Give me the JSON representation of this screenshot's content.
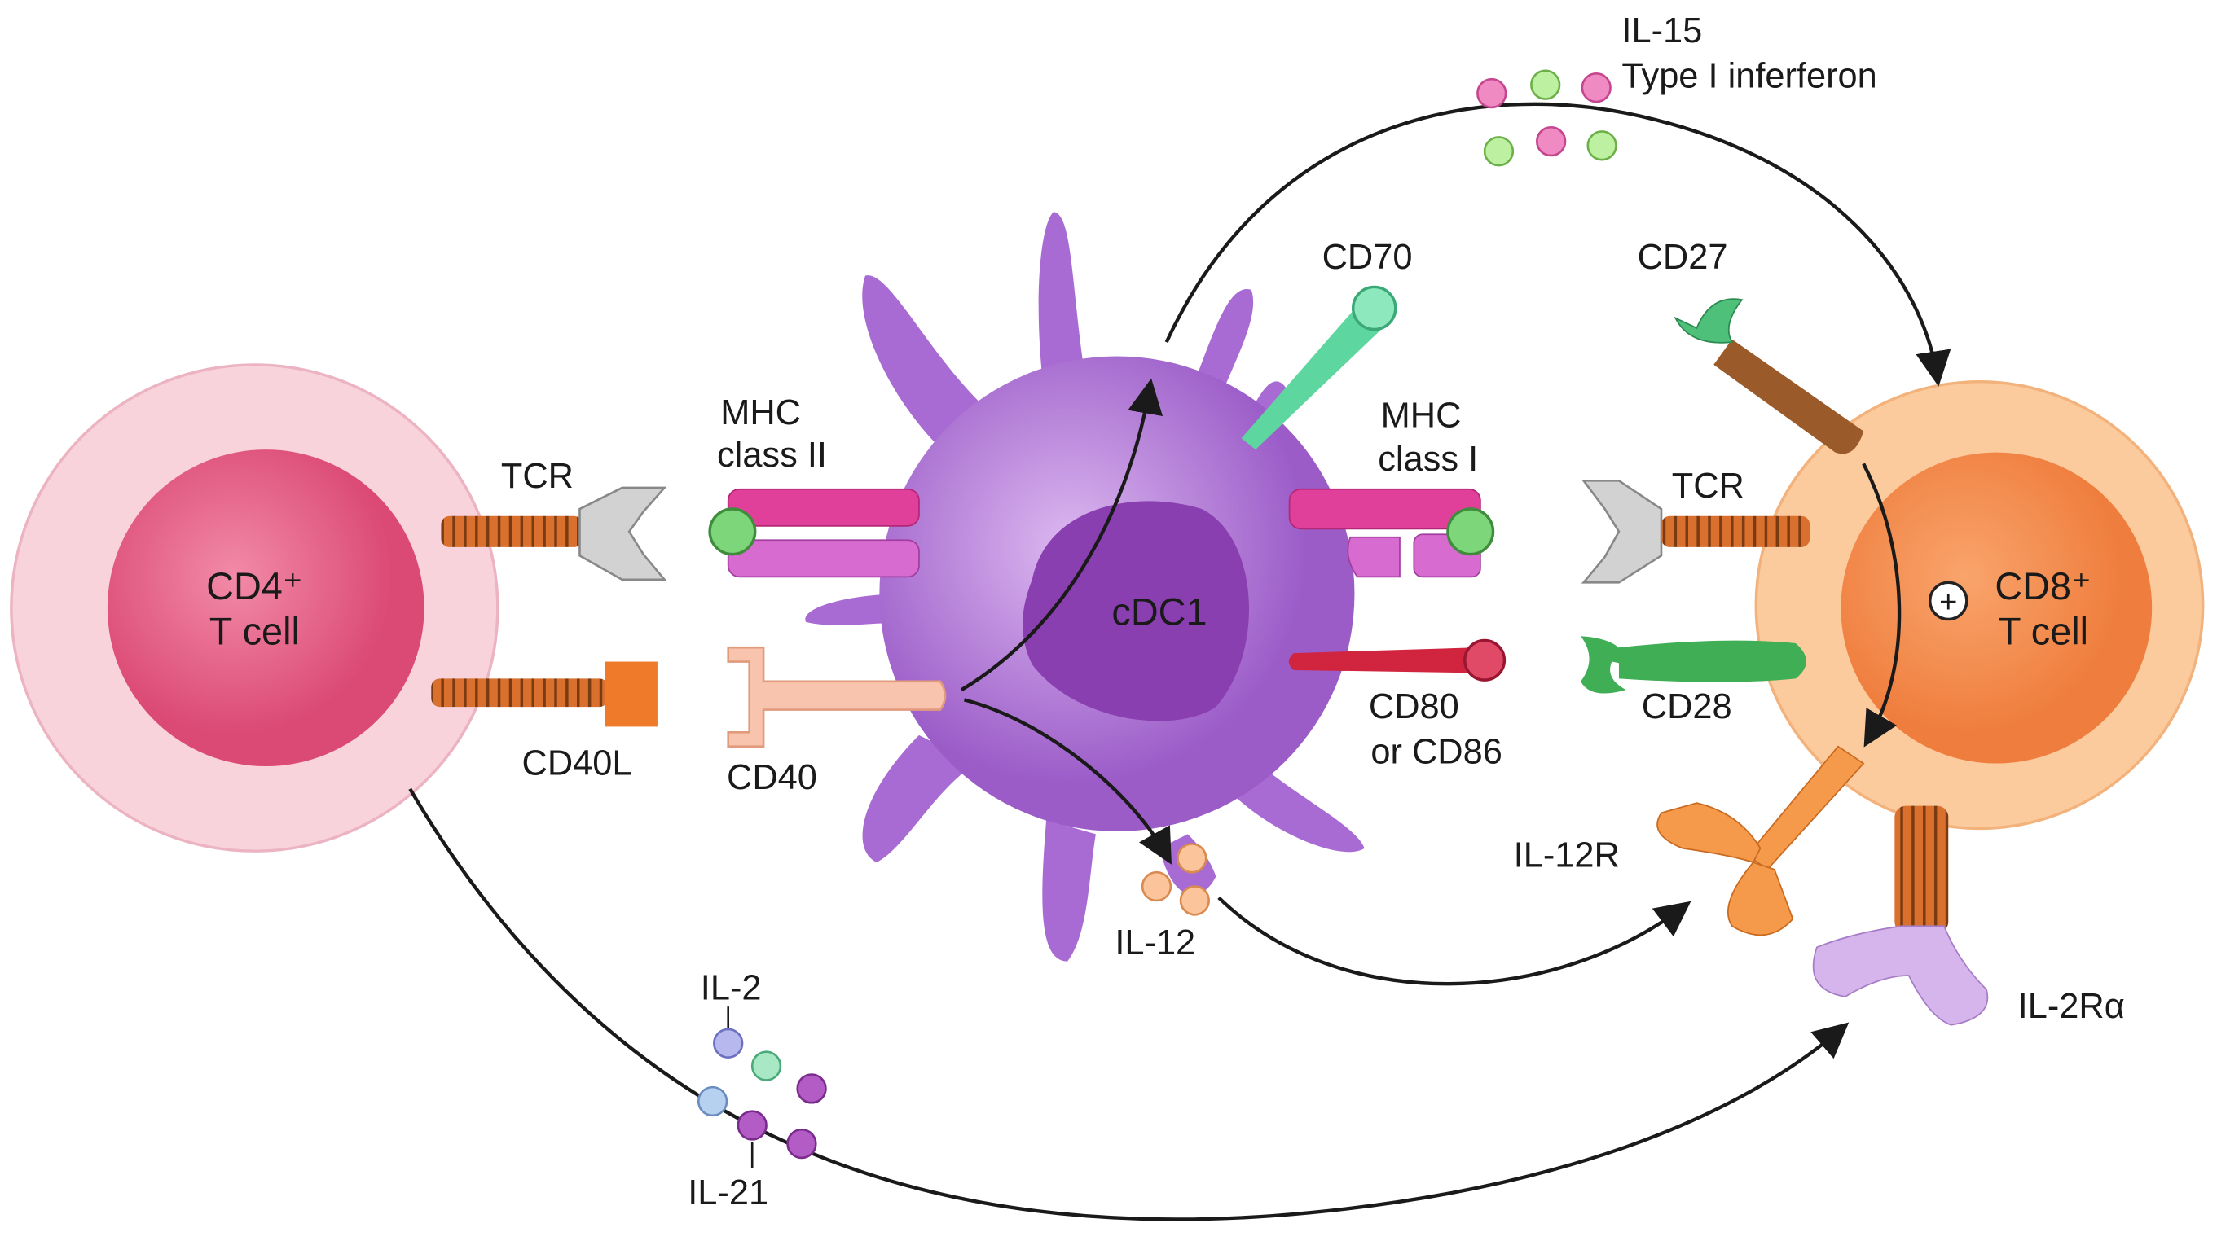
{
  "cells": {
    "cd4": {
      "line1": "CD4⁺",
      "line2": "T cell"
    },
    "cd8": {
      "line1": "CD8⁺",
      "line2": "T cell"
    },
    "dc": {
      "label": "cDC1"
    }
  },
  "labels": {
    "tcr_left": "TCR",
    "cd40l": "CD40L",
    "mhc2_line1": "MHC",
    "mhc2_line2": "class II",
    "cd40": "CD40",
    "cd70": "CD70",
    "mhc1_line1": "MHC",
    "mhc1_line2": "class I",
    "cd80_line1": "CD80",
    "cd80_line2": "or CD86",
    "cd27": "CD27",
    "tcr_right": "TCR",
    "cd28": "CD28",
    "il12r": "IL-12R",
    "il2ra": "IL-2Rα",
    "il12": "IL-12",
    "il2": "IL-2",
    "il21": "IL-21",
    "il15": "IL-15",
    "ifn": "Type I inferferon",
    "plus": "+"
  },
  "colors": {
    "cd4_outer": "#f8d3dc",
    "cd4_inner": "#e4577f",
    "cd8_outer": "#fbcb9e",
    "cd8_inner": "#f48a48",
    "dc": "#b27ad6",
    "dc_nucleus": "#8a3fb0",
    "tcr_bar": "#c0622a",
    "claw": "#c9c9c9",
    "mhc": "#e0409a",
    "peptide": "#7ed67a"
  }
}
